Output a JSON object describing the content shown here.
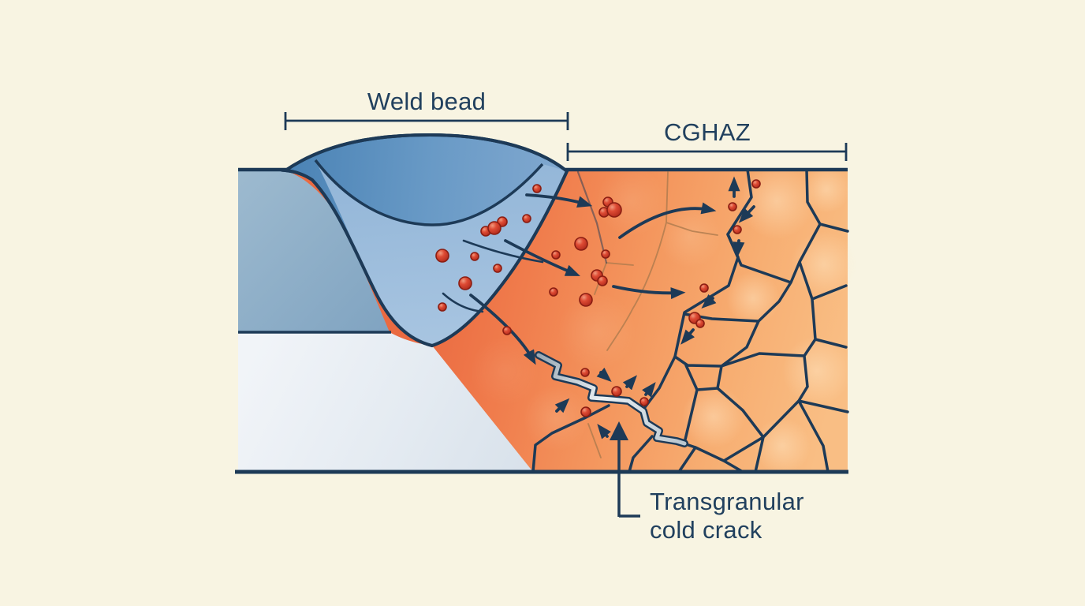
{
  "labels": {
    "weld_bead": "Weld bead",
    "cghaz": "CGHAZ",
    "crack_label_line1": "Transgranular",
    "crack_label_line2": "cold crack"
  },
  "colors": {
    "background": "#F8F4E2",
    "line_navy": "#1D3A57",
    "text_navy": "#21405E",
    "weld_bead_blue_dark": "#4C83B5",
    "weld_bead_blue_light": "#9CBEDD",
    "base_metal_band_blue": "#93B1CC",
    "base_metal_light_gray": "#E7EDF4",
    "haz_orange_hot": "#ED6F45",
    "haz_orange_light": "#F9BE84",
    "hydrogen_atom_red": "#D4402E",
    "crack_fill_gray": "#E8EEF2"
  },
  "elements": {
    "regions": [
      "weld bead",
      "CGHAZ",
      "base metal",
      "transgranular cold crack"
    ],
    "hydrogen_atom_count": 31,
    "diffusion_arrow_count": 15
  }
}
